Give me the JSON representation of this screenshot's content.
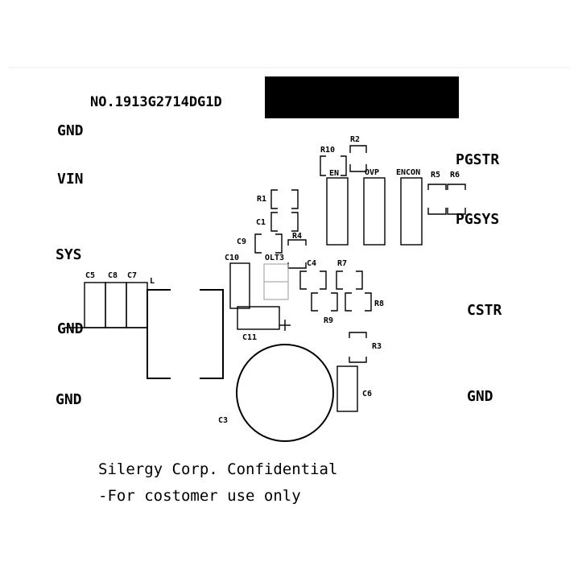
{
  "board_number": "NO.1913G2714DG1D",
  "edge_labels": {
    "gnd_top_left": "GND",
    "vin": "VIN",
    "sys": "SYS",
    "gnd_mid_left": "GND",
    "gnd_bottom_left": "GND",
    "pgstr": "PGSTR",
    "pgsys": "PGSYS",
    "cstr": "CSTR",
    "gnd_right": "GND"
  },
  "components": {
    "r10": "R10",
    "r2": "R2",
    "en": "EN",
    "ovp": "OVP",
    "encon": "ENCON",
    "r5": "R5",
    "r6": "R6",
    "r1": "R1",
    "c1": "C1",
    "c9": "C9",
    "r4": "R4",
    "c10": "C10",
    "u1": "OLT3",
    "c4": "C4",
    "r7": "R7",
    "c5": "C5",
    "c8": "C8",
    "c7": "C7",
    "l": "L",
    "r8": "R8",
    "r9": "R9",
    "c11": "C11",
    "r3": "R3",
    "c6": "C6",
    "c3": "C3"
  },
  "footer": {
    "line1": "Silergy Corp. Confidential",
    "line2": "-For costomer use only"
  },
  "colors": {
    "ink": "#000000",
    "background": "#ffffff",
    "redaction": "#000000"
  }
}
